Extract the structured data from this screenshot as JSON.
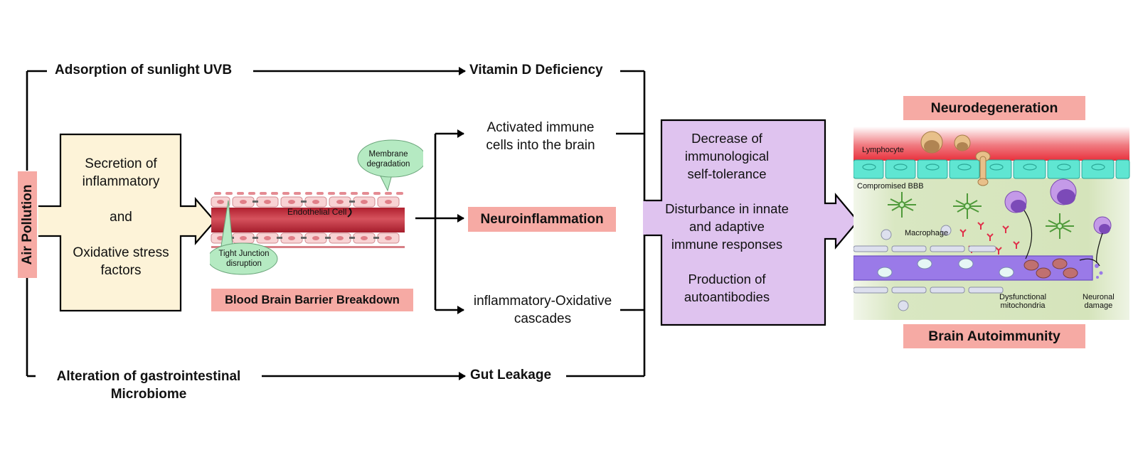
{
  "source": {
    "label": "Air Pollution"
  },
  "top_path": {
    "cause": "Adsorption of sunlight UVB",
    "effect": "Vitamin D Deficiency"
  },
  "bottom_path": {
    "cause_line1": "Alteration of gastrointestinal",
    "cause_line2": "Microbiome",
    "effect": "Gut Leakage"
  },
  "secretion_box": {
    "line1": "Secretion of",
    "line2": "inflammatory",
    "line3": "and",
    "line4": "Oxidative stress",
    "line5": "factors"
  },
  "bbb": {
    "title": "Blood Brain Barrier Breakdown",
    "endothelial_label": "Endothelial Cell",
    "membrane_line1": "Membrane",
    "membrane_line2": "degradation",
    "tight_line1": "Tight Junction",
    "tight_line2": "disruption"
  },
  "middle_outcomes": {
    "activated_line1": "Activated immune",
    "activated_line2": "cells into the brain",
    "neuroinflammation": "Neuroinflammation",
    "cascade_line1": "inflammatory-Oxidative",
    "cascade_line2": "cascades"
  },
  "immune_box": {
    "item1_line1": "Decrease of",
    "item1_line2": "immunological",
    "item1_line3": "self-tolerance",
    "item2_line1": "Disturbance in innate",
    "item2_line2": "and adaptive",
    "item2_line3": "immune responses",
    "item3_line1": "Production of",
    "item3_line2": "autoantibodies"
  },
  "outcome": {
    "top": "Neurodegeneration",
    "bottom": "Brain Autoimmunity",
    "labels": {
      "lymphocyte": "Lymphocyte",
      "compromised_bbb": "Compromised BBB",
      "macrophage": "Macrophage",
      "dysfunctional_line1": "Dysfunctional",
      "dysfunctional_line2": "mitochondria",
      "neuronal_line1": "Neuronal",
      "neuronal_line2": "damage"
    }
  },
  "colors": {
    "pink_label": "#f6aaa4",
    "yellow_box": "#fdf3d8",
    "purple_box": "#dfc3ef",
    "bubble_green": "#b5eac2",
    "vessel_red": "#c0323f",
    "bbb_cyan": "#5fe6d2",
    "axon_purple": "#9a7ae8"
  }
}
